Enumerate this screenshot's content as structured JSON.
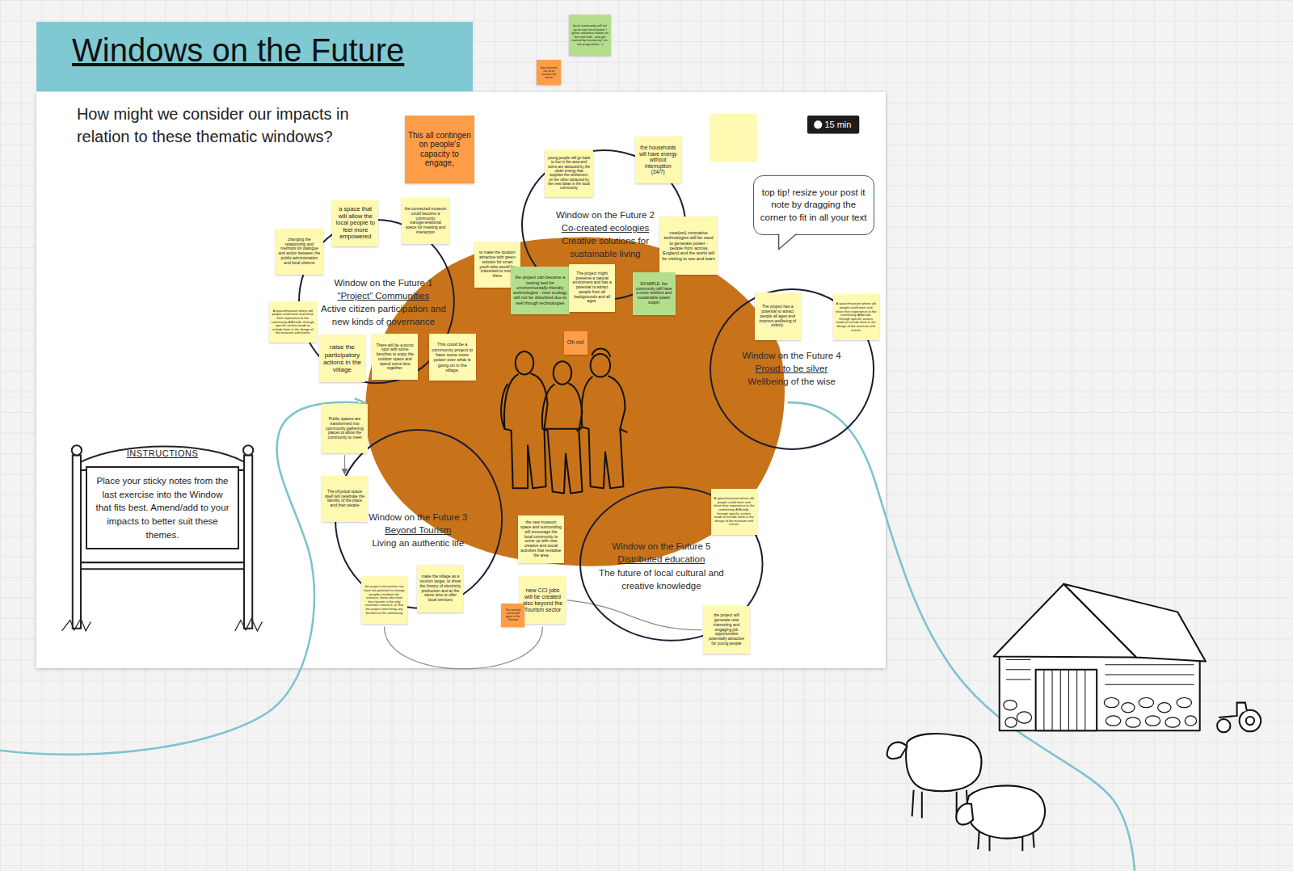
{
  "diagram": {
    "title": "Windows on the Future",
    "nodes": [
      {
        "text": [
          "local community will set up its own local power / green solutions station on the new hub - and get trained by mentoring / on-site programme :-)"
        ]
      },
      {
        "text": [
          "also interests are all of concern the future"
        ]
      },
      {
        "text": [
          "This all contingen on people's capacity to engage,"
        ]
      },
      {
        "text": [
          "young people will go back to live in the area and some are attracted by the clean energy that supplies the settlement, on the other attracted by the new ideas in the local community"
        ]
      },
      {
        "text": [
          "the households will have energy without interruption (24/7)"
        ]
      },
      {
        "text": [
          "top tip! resize your post it note by dragging the corner to fit in all your text"
        ]
      },
      {
        "text": [
          "Window on the Future 2",
          "Co-created ecologies",
          "Creative solutions for sustainable living"
        ]
      },
      {
        "text": [
          "a space that will allow the local people to feel more empowered"
        ]
      },
      {
        "text": [
          "the connected museum could become a community transgenerational space for meeting and interaction"
        ]
      },
      {
        "text": [
          "changing the relationship and methods for dialogue and action between the public administration and local citizens"
        ]
      },
      {
        "text": [
          "to make the location attractive with green solution for smart youth who would be interested to move there"
        ]
      },
      {
        "text": [
          "the project can become a testing bed for environmentally-friendly technologies - river ecology will not be disturbed due to well though technologies"
        ]
      },
      {
        "text": [
          "The project might preserve a natural enviroment and has a potential to attract people from all backgrounds and all ages."
        ]
      },
      {
        "text": [
          "new(est) innovative technologies will be used to generate power - people from across England and the world will be visiting to see and learn"
        ]
      },
      {
        "text": [
          "EXAMPLE: the community will have a more resilient and sustainable power supply"
        ]
      },
      {
        "text": [
          "Window on the Future 1",
          "“Project” Communities",
          "Active citizen participation and new kinds of governance"
        ]
      },
      {
        "text": [
          "A space/museum where old people could meet and share their experience to the community. A/Beside, through specific actions made to include them in the design of the museum and events"
        ]
      },
      {
        "text": [
          "The project has a potential to attract people all ages and improve wellbeing of elderly."
        ]
      },
      {
        "text": [
          "A space/museum where old people could meet and share their experience to the community. A/Beside, through specific actions made to include them in the design of the museum and events"
        ]
      },
      {
        "text": [
          "Window on the Future 4",
          "Proud to be silver",
          "Wellbeing of the wise"
        ]
      },
      {
        "text": [
          "raise the participatory actions in the village"
        ]
      },
      {
        "text": [
          "There will be a picnic spot with some benches to enjoy the outdoor space and spend some time together."
        ]
      },
      {
        "text": [
          "This could be a community project to have some more power over what is going on in the village."
        ]
      },
      {
        "text": [
          "Oh no!"
        ]
      },
      {
        "text": [
          "Public spaces are transformed into community gathering places to allow the community to meet"
        ]
      },
      {
        "text": [
          "INSTRUCTIONS",
          "Place your sticky notes from the last exercise into the Window that fits best. Amend/add to your impacts to better suit these themes."
        ]
      },
      {
        "text": [
          "The physical space itself will celebrate the identity of the place and their people"
        ]
      },
      {
        "text": [
          "A space/museum where old people could meet and share their experience to the community. A/Beside, through specific actions made to include them in the design of the museum and events"
        ]
      },
      {
        "text": [
          "Window on the Future 3",
          "Beyond Tourism",
          "Living an authentic life"
        ]
      },
      {
        "text": [
          "the new museum space and surrounding will encourage the local community to come up with new creative and social activities that revitalise the area"
        ]
      },
      {
        "text": [
          "Window on the Future 5",
          "Distributed education",
          "The future of local cultural and creative knowledge"
        ]
      },
      {
        "text": [
          "make the village as a tourism target, to show the history of electricity production and at the same time to offer local services"
        ]
      },
      {
        "text": [
          "the project intervention can have the potential to change peoples mindsets for instance, those who think that tourism is the only economic resource, or that the project wont bring any benefits to the community"
        ]
      },
      {
        "text": [
          "new CCI jobs will be created also beyond the Tourism sector"
        ]
      },
      {
        "text": [
          "The tourism sector will grow in the Tourism"
        ]
      },
      {
        "text": [
          "the project will generate new interesting and engaging job opportunities potentially attractive for young people"
        ]
      }
    ],
    "edges": [
      {
        "from": 24,
        "to": 26,
        "arrow": "to"
      },
      {
        "from": 32,
        "to": 33,
        "arrow": "none"
      },
      {
        "from": 33,
        "to": 35,
        "arrow": "none"
      }
    ],
    "labels": [
      "How might we consider our impacts in relation to these thematic windows?",
      "15 min"
    ]
  }
}
